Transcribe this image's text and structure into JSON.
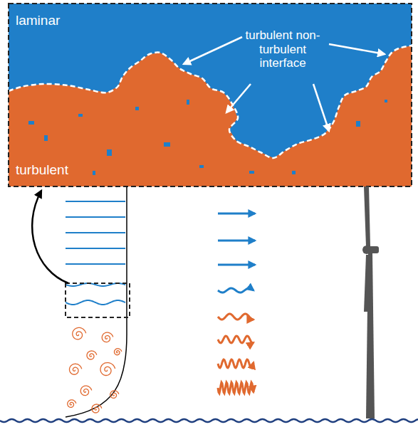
{
  "diagram": {
    "labels": [
      "laminar",
      "turbulent non-turbulent interface",
      "turbulent"
    ]
  }
}
